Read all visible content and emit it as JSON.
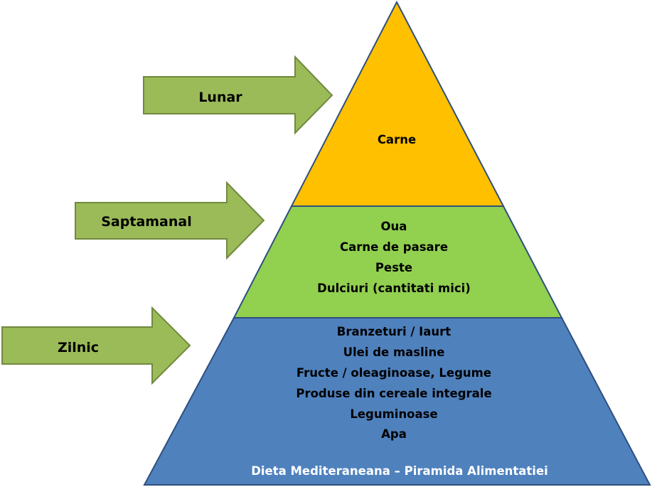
{
  "colors": {
    "top_tier": "#FFC000",
    "middle_tier": "#92D050",
    "bottom_tier": "#4F81BD",
    "outline": "#2F4F7F",
    "arrow_fill": "#9BBB59",
    "arrow_outline": "#71893F",
    "caption_text": "#FFFFFF"
  },
  "pyramid": {
    "top": {
      "lines": [
        "Carne"
      ]
    },
    "middle": {
      "lines": [
        "Oua",
        "Carne de pasare",
        "Peste",
        "Dulciuri (cantitati mici)"
      ]
    },
    "bottom": {
      "lines": [
        "Branzeturi / Iaurt",
        "Ulei de masline",
        "Fructe / oleaginoase, Legume",
        "Produse din cereale integrale",
        "Leguminoase",
        "Apa"
      ]
    },
    "caption": "Dieta Mediteraneana – Piramida Alimentatiei"
  },
  "arrows": {
    "lunar": "Lunar",
    "saptamanal": "Saptamanal",
    "zilnic": "Zilnic"
  }
}
